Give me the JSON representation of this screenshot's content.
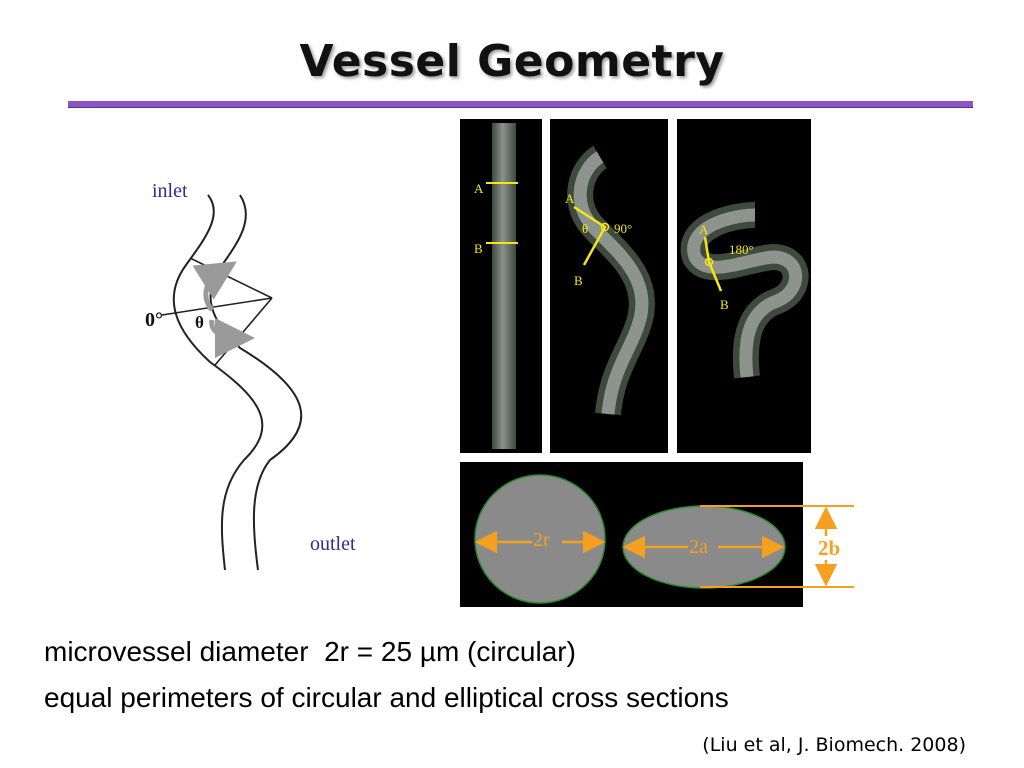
{
  "slide": {
    "title": "Vessel Geometry",
    "bullets": [
      "microvessel diameter  2r = 25 µm (circular)",
      "equal perimeters of circular and elliptical cross sections"
    ],
    "citation": "(Liu et al, J. Biomech. 2008)"
  },
  "left_figure": {
    "inlet_label": "inlet",
    "outlet_label": "outlet",
    "zero_label": "0°",
    "theta_label": "θ"
  },
  "straight_panel": {
    "label_a": "A",
    "label_b": "B"
  },
  "panel_90": {
    "label_a": "A",
    "label_b": "B",
    "theta": "θ",
    "angle": "90°"
  },
  "panel_180": {
    "label_a": "A",
    "label_b": "B",
    "angle": "180°"
  },
  "cross_sections": {
    "circle_label": "2r",
    "ellipse_label": "2a",
    "height_label": "2b"
  },
  "colors": {
    "title_rule": "#8b55c4",
    "annotation_yellow": "#f5e616",
    "annotation_orange": "#f5a01e",
    "label_blue": "#2b2f8f"
  }
}
